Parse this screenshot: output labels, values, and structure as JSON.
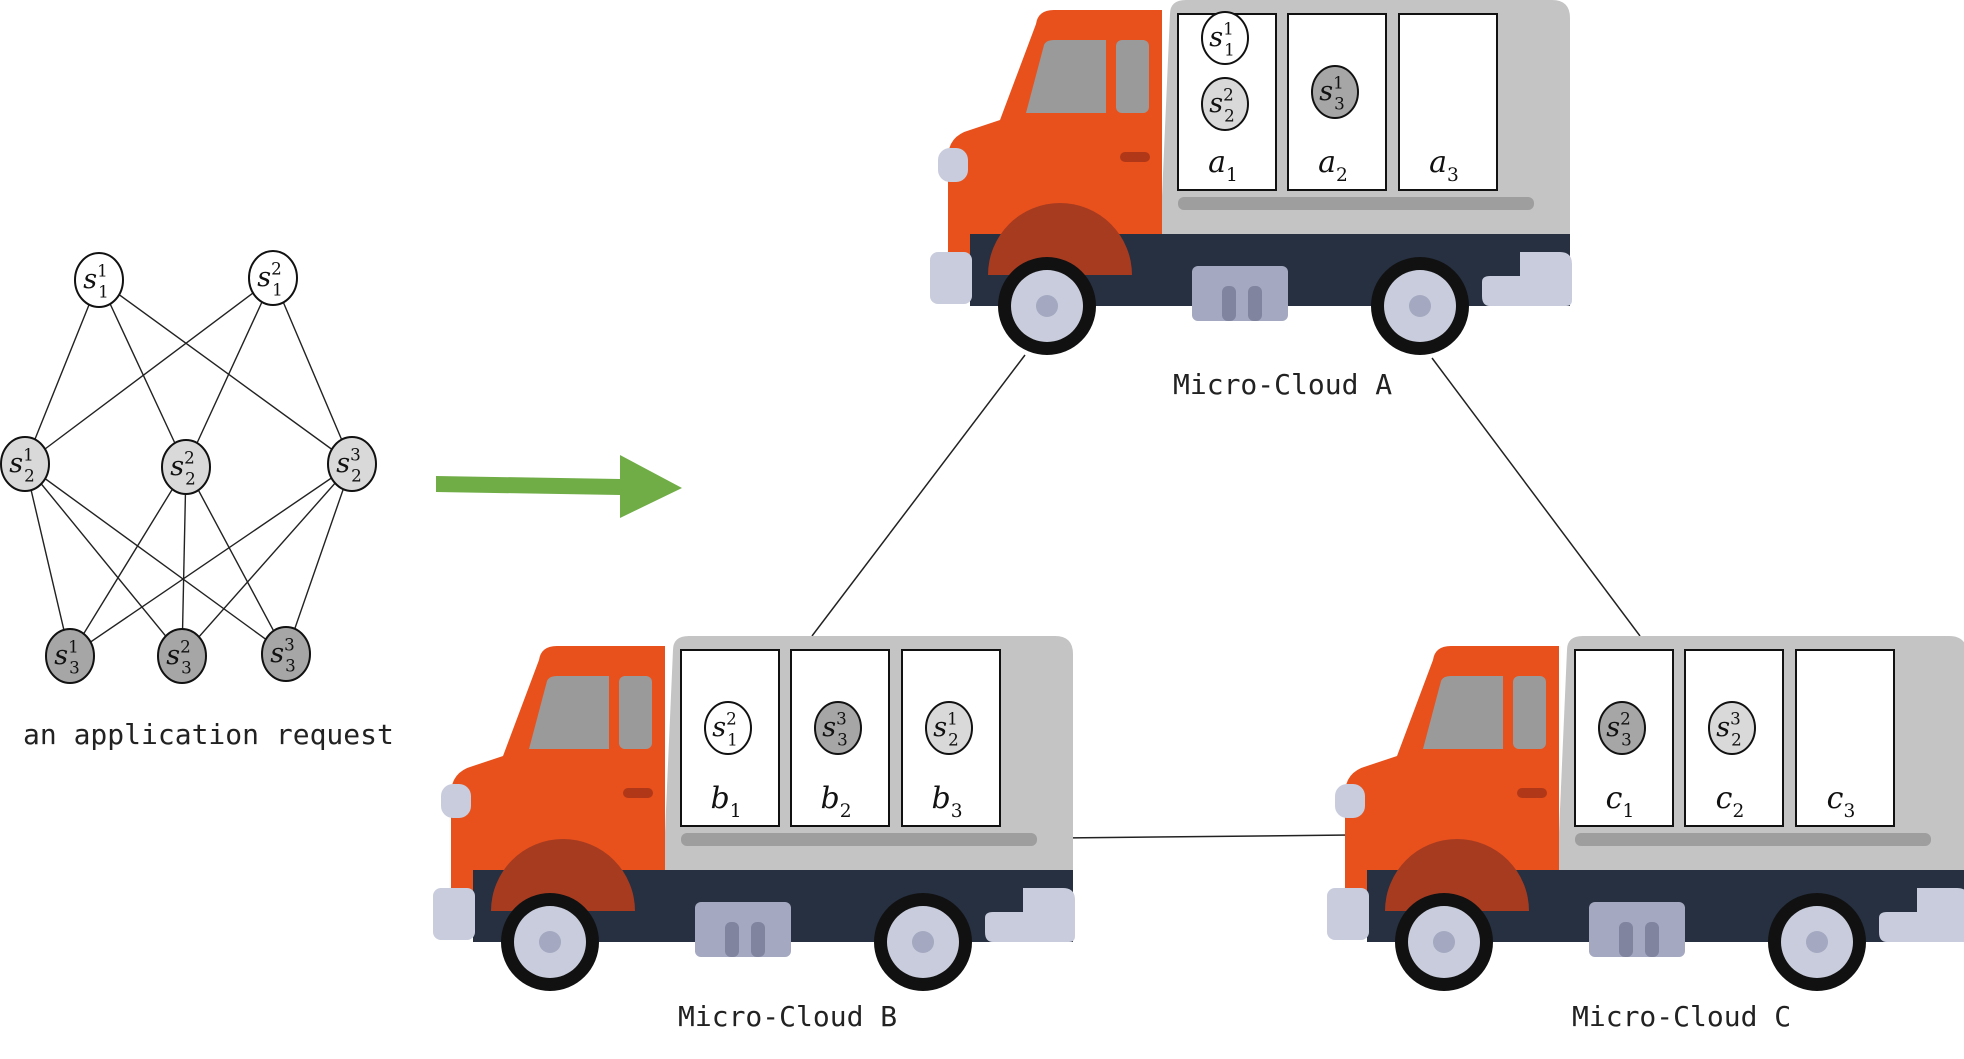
{
  "request": {
    "label": "an application request",
    "nodes": [
      {
        "id": "s1_1",
        "base": "s",
        "sub": "1",
        "sup": "1",
        "fill": "#ffffff"
      },
      {
        "id": "s1_2",
        "base": "s",
        "sub": "1",
        "sup": "2",
        "fill": "#ffffff"
      },
      {
        "id": "s2_1",
        "base": "s",
        "sub": "2",
        "sup": "1",
        "fill": "#d9d9d9"
      },
      {
        "id": "s2_2",
        "base": "s",
        "sub": "2",
        "sup": "2",
        "fill": "#d9d9d9"
      },
      {
        "id": "s2_3",
        "base": "s",
        "sub": "2",
        "sup": "3",
        "fill": "#d9d9d9"
      },
      {
        "id": "s3_1",
        "base": "s",
        "sub": "3",
        "sup": "1",
        "fill": "#a6a6a6"
      },
      {
        "id": "s3_2",
        "base": "s",
        "sub": "3",
        "sup": "2",
        "fill": "#a6a6a6"
      },
      {
        "id": "s3_3",
        "base": "s",
        "sub": "3",
        "sup": "3",
        "fill": "#a6a6a6"
      }
    ],
    "edges": [
      [
        "s1_1",
        "s2_1"
      ],
      [
        "s1_1",
        "s2_2"
      ],
      [
        "s1_1",
        "s2_3"
      ],
      [
        "s1_2",
        "s2_1"
      ],
      [
        "s1_2",
        "s2_2"
      ],
      [
        "s1_2",
        "s2_3"
      ],
      [
        "s2_1",
        "s3_1"
      ],
      [
        "s2_1",
        "s3_2"
      ],
      [
        "s2_1",
        "s3_3"
      ],
      [
        "s2_2",
        "s3_1"
      ],
      [
        "s2_2",
        "s3_2"
      ],
      [
        "s2_2",
        "s3_3"
      ],
      [
        "s2_3",
        "s3_1"
      ],
      [
        "s2_3",
        "s3_2"
      ],
      [
        "s2_3",
        "s3_3"
      ]
    ]
  },
  "arrow_color": "#70ad47",
  "colors": {
    "cab": "#e8501c",
    "box": "#c4c4c4",
    "chassis": "#263040",
    "wheel": "#111111",
    "hub": "#c8ccdc",
    "window": "#9a9a9a",
    "light": "#c8ccdc"
  },
  "trucks": [
    {
      "id": "A",
      "label": "Micro-Cloud A",
      "slots": [
        {
          "base": "a",
          "sub": "1",
          "services": [
            {
              "base": "s",
              "sub": "1",
              "sup": "1",
              "fill": "#ffffff"
            },
            {
              "base": "s",
              "sub": "2",
              "sup": "2",
              "fill": "#d9d9d9"
            }
          ]
        },
        {
          "base": "a",
          "sub": "2",
          "services": [
            {
              "base": "s",
              "sub": "3",
              "sup": "1",
              "fill": "#a6a6a6"
            }
          ]
        },
        {
          "base": "a",
          "sub": "3",
          "services": []
        }
      ]
    },
    {
      "id": "B",
      "label": "Micro-Cloud B",
      "slots": [
        {
          "base": "b",
          "sub": "1",
          "services": [
            {
              "base": "s",
              "sub": "1",
              "sup": "2",
              "fill": "#ffffff"
            }
          ]
        },
        {
          "base": "b",
          "sub": "2",
          "services": [
            {
              "base": "s",
              "sub": "3",
              "sup": "3",
              "fill": "#a6a6a6"
            }
          ]
        },
        {
          "base": "b",
          "sub": "3",
          "services": [
            {
              "base": "s",
              "sub": "2",
              "sup": "1",
              "fill": "#d9d9d9"
            }
          ]
        }
      ]
    },
    {
      "id": "C",
      "label": "Micro-Cloud C",
      "slots": [
        {
          "base": "c",
          "sub": "1",
          "services": [
            {
              "base": "s",
              "sub": "3",
              "sup": "2",
              "fill": "#a6a6a6"
            }
          ]
        },
        {
          "base": "c",
          "sub": "2",
          "services": [
            {
              "base": "s",
              "sub": "2",
              "sup": "3",
              "fill": "#d9d9d9"
            }
          ]
        },
        {
          "base": "c",
          "sub": "3",
          "services": []
        }
      ]
    }
  ],
  "links": [
    [
      "A",
      "B"
    ],
    [
      "A",
      "C"
    ],
    [
      "B",
      "C"
    ]
  ]
}
